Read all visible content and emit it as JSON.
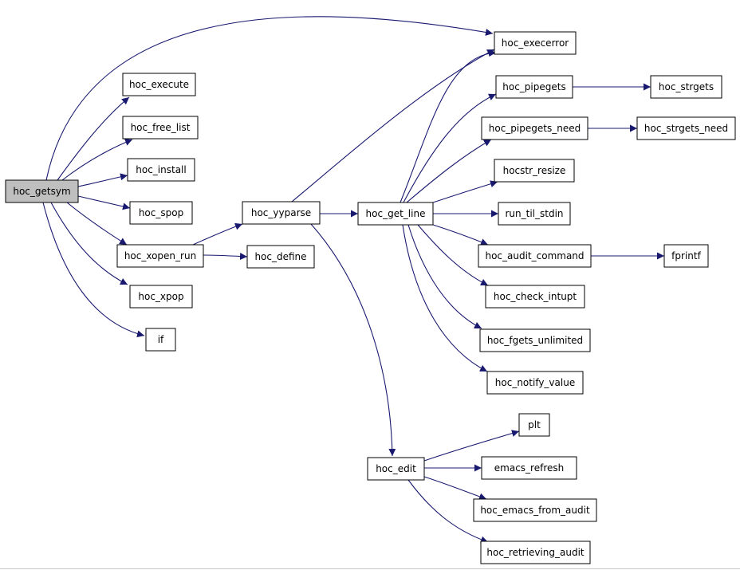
{
  "colors": {
    "edge": "#191970",
    "node_fill": "#ffffff",
    "root_fill": "#bfbfbf",
    "node_border": "#000000"
  },
  "graph": {
    "root": "hoc_getsym",
    "nodes": [
      {
        "id": "hoc_getsym",
        "label": "hoc_getsym"
      },
      {
        "id": "hoc_execerror",
        "label": "hoc_execerror"
      },
      {
        "id": "hoc_execute",
        "label": "hoc_execute"
      },
      {
        "id": "hoc_free_list",
        "label": "hoc_free_list"
      },
      {
        "id": "hoc_install",
        "label": "hoc_install"
      },
      {
        "id": "hoc_spop",
        "label": "hoc_spop"
      },
      {
        "id": "hoc_xopen_run",
        "label": "hoc_xopen_run"
      },
      {
        "id": "hoc_xpop",
        "label": "hoc_xpop"
      },
      {
        "id": "if",
        "label": "if"
      },
      {
        "id": "hoc_yyparse",
        "label": "hoc_yyparse"
      },
      {
        "id": "hoc_define",
        "label": "hoc_define"
      },
      {
        "id": "hoc_get_line",
        "label": "hoc_get_line"
      },
      {
        "id": "hoc_edit",
        "label": "hoc_edit"
      },
      {
        "id": "hoc_pipegets",
        "label": "hoc_pipegets"
      },
      {
        "id": "hoc_strgets",
        "label": "hoc_strgets"
      },
      {
        "id": "hoc_pipegets_need",
        "label": "hoc_pipegets_need"
      },
      {
        "id": "hoc_strgets_need",
        "label": "hoc_strgets_need"
      },
      {
        "id": "hocstr_resize",
        "label": "hocstr_resize"
      },
      {
        "id": "run_til_stdin",
        "label": "run_til_stdin"
      },
      {
        "id": "hoc_audit_command",
        "label": "hoc_audit_command"
      },
      {
        "id": "fprintf",
        "label": "fprintf"
      },
      {
        "id": "hoc_check_intupt",
        "label": "hoc_check_intupt"
      },
      {
        "id": "hoc_fgets_unlimited",
        "label": "hoc_fgets_unlimited"
      },
      {
        "id": "hoc_notify_value",
        "label": "hoc_notify_value"
      },
      {
        "id": "plt",
        "label": "plt"
      },
      {
        "id": "emacs_refresh",
        "label": "emacs_refresh"
      },
      {
        "id": "hoc_emacs_from_audit",
        "label": "hoc_emacs_from_audit"
      },
      {
        "id": "hoc_retrieving_audit",
        "label": "hoc_retrieving_audit"
      }
    ],
    "edges": [
      {
        "from": "hoc_getsym",
        "to": "hoc_execerror"
      },
      {
        "from": "hoc_getsym",
        "to": "hoc_execute"
      },
      {
        "from": "hoc_getsym",
        "to": "hoc_free_list"
      },
      {
        "from": "hoc_getsym",
        "to": "hoc_install"
      },
      {
        "from": "hoc_getsym",
        "to": "hoc_spop"
      },
      {
        "from": "hoc_getsym",
        "to": "hoc_xopen_run"
      },
      {
        "from": "hoc_getsym",
        "to": "hoc_xpop"
      },
      {
        "from": "hoc_getsym",
        "to": "if"
      },
      {
        "from": "hoc_xopen_run",
        "to": "hoc_yyparse"
      },
      {
        "from": "hoc_xopen_run",
        "to": "hoc_define"
      },
      {
        "from": "hoc_yyparse",
        "to": "hoc_execerror"
      },
      {
        "from": "hoc_yyparse",
        "to": "hoc_get_line"
      },
      {
        "from": "hoc_yyparse",
        "to": "hoc_edit"
      },
      {
        "from": "hoc_get_line",
        "to": "hoc_execerror"
      },
      {
        "from": "hoc_get_line",
        "to": "hoc_pipegets"
      },
      {
        "from": "hoc_get_line",
        "to": "hoc_pipegets_need"
      },
      {
        "from": "hoc_get_line",
        "to": "hocstr_resize"
      },
      {
        "from": "hoc_get_line",
        "to": "run_til_stdin"
      },
      {
        "from": "hoc_get_line",
        "to": "hoc_audit_command"
      },
      {
        "from": "hoc_get_line",
        "to": "hoc_check_intupt"
      },
      {
        "from": "hoc_get_line",
        "to": "hoc_fgets_unlimited"
      },
      {
        "from": "hoc_get_line",
        "to": "hoc_notify_value"
      },
      {
        "from": "hoc_pipegets",
        "to": "hoc_strgets"
      },
      {
        "from": "hoc_pipegets_need",
        "to": "hoc_strgets_need"
      },
      {
        "from": "hoc_audit_command",
        "to": "fprintf"
      },
      {
        "from": "hoc_edit",
        "to": "plt"
      },
      {
        "from": "hoc_edit",
        "to": "emacs_refresh"
      },
      {
        "from": "hoc_edit",
        "to": "hoc_emacs_from_audit"
      },
      {
        "from": "hoc_edit",
        "to": "hoc_retrieving_audit"
      }
    ]
  }
}
